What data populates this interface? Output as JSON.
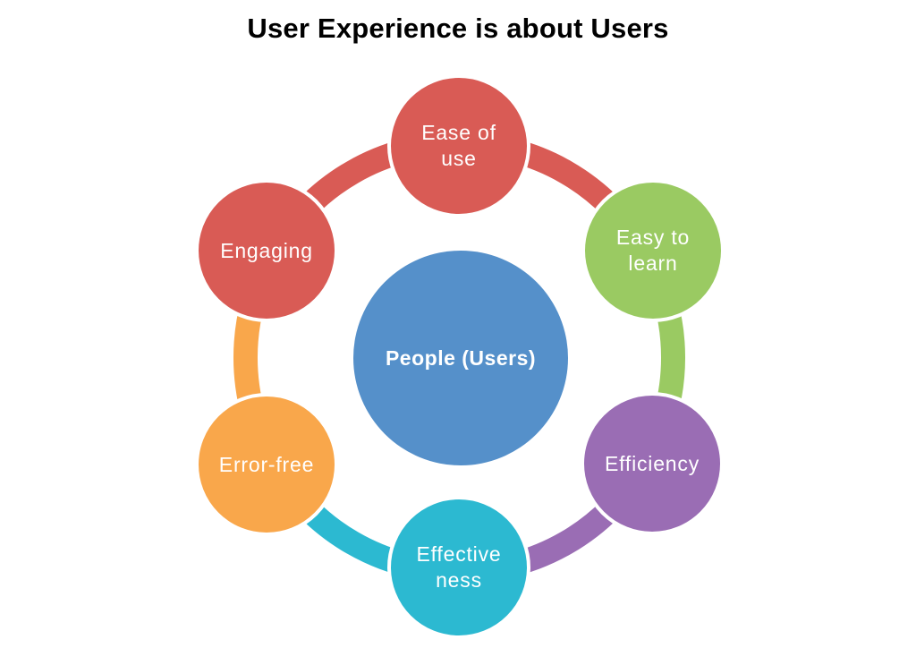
{
  "title": "User Experience is about Users",
  "background_color": "#FFFFFF",
  "text_color": "#FFFFFF",
  "center": {
    "label": "People (Users)",
    "color": "#5590CA"
  },
  "nodes": [
    {
      "id": "ease-of-use",
      "label": "Ease of\nuse",
      "color": "#D95B55"
    },
    {
      "id": "easy-to-learn",
      "label": "Easy to\nlearn",
      "color": "#9ACA62"
    },
    {
      "id": "efficiency",
      "label": "Efficiency",
      "color": "#9A6DB4"
    },
    {
      "id": "effectiveness",
      "label": "Effective\nness",
      "color": "#2CB9D1"
    },
    {
      "id": "error-free",
      "label": "Error-free",
      "color": "#F9A74B"
    },
    {
      "id": "engaging",
      "label": "Engaging",
      "color": "#D95B55"
    }
  ],
  "connectors": [
    {
      "from": "ease-of-use",
      "to": "easy-to-learn",
      "color": "#D95B55"
    },
    {
      "from": "easy-to-learn",
      "to": "efficiency",
      "color": "#9ACA62"
    },
    {
      "from": "efficiency",
      "to": "effectiveness",
      "color": "#9A6DB4"
    },
    {
      "from": "effectiveness",
      "to": "error-free",
      "color": "#2CB9D1"
    },
    {
      "from": "error-free",
      "to": "engaging",
      "color": "#F9A74B"
    },
    {
      "from": "engaging",
      "to": "ease-of-use",
      "color": "#D95B55"
    }
  ]
}
